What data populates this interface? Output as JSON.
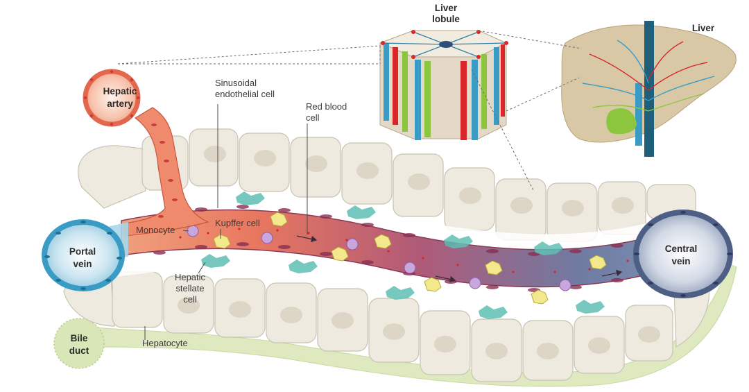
{
  "labels": {
    "hepatic_artery": [
      "Hepatic",
      "artery"
    ],
    "portal_vein": [
      "Portal",
      "vein"
    ],
    "central_vein": [
      "Central",
      "vein"
    ],
    "bile_duct": [
      "Bile",
      "duct"
    ],
    "liver_lobule": [
      "Liver",
      "lobule"
    ],
    "liver": "Liver",
    "sinusoidal_endothelial_cell": [
      "Sinusoidal",
      "endothelial cell"
    ],
    "red_blood_cell": [
      "Red blood",
      "cell"
    ],
    "monocyte": "Monocyte",
    "kupffer_cell": "Kupffer cell",
    "hepatic_stellate_cell": [
      "Hepatic",
      "stellate",
      "cell"
    ],
    "hepatocyte": "Hepatocyte"
  },
  "colors": {
    "artery": "#e8775f",
    "portal": "#3a9cc4",
    "central": "#5d6f93",
    "sinusoid_start": "#e8775f",
    "sinusoid_mid": "#b05a78",
    "sinusoid_end": "#6f7ba2",
    "hepatocyte": "#eeeae0",
    "bile_duct": "#d9e6b8",
    "stellate": "#5fbfb5",
    "kupffer": "#f3e98c",
    "monocyte": "#c9a7dc",
    "rbc": "#d8262a"
  }
}
